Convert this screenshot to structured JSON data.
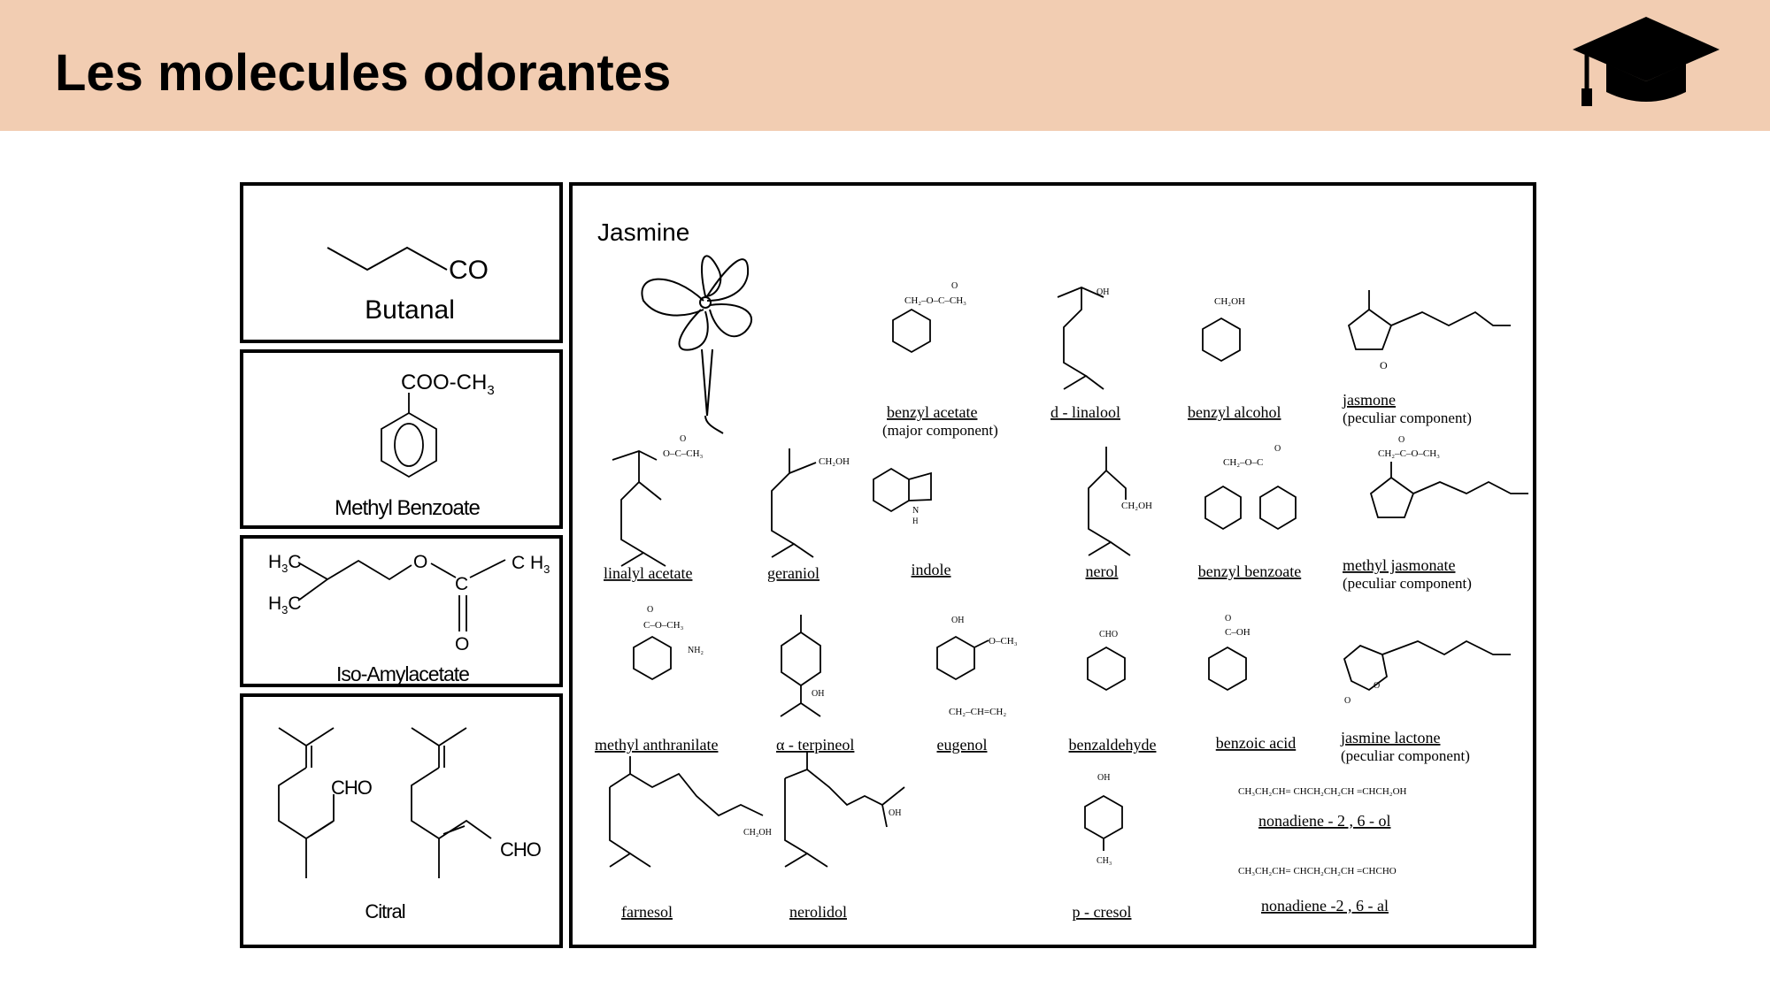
{
  "header": {
    "title": "Les molecules odorantes",
    "bg": "#f2cdb2"
  },
  "left_panels": {
    "butanal": {
      "group": "CO",
      "name": "Butanal"
    },
    "methyl_benzoate": {
      "group": "COO-CH",
      "group_sub": "3",
      "name": "Methyl Benzoate"
    },
    "iso_amylacetate": {
      "h3c_a": "H",
      "h3c_a_sub": "3",
      "h3c_a_end": "C",
      "h3c_b": "H",
      "h3c_b_sub": "3",
      "h3c_b_end": "C",
      "o_ester": "O",
      "c_carb": "C",
      "ch3": "C H",
      "ch3_sub": "3",
      "o_dbl": "O",
      "name": "Iso-Amylacetate"
    },
    "citral": {
      "cho_a": "CHO",
      "cho_b": "CHO",
      "name": "Citral"
    }
  },
  "jasmine": {
    "title": "Jasmine",
    "compounds": [
      {
        "name": "benzyl acetate",
        "note": "(major component)",
        "formula": "CH₂–O–C–CH₃",
        "top": "O"
      },
      {
        "name": "d - linalool",
        "formula": "OH"
      },
      {
        "name": "benzyl alcohol",
        "formula": "CH₂OH"
      },
      {
        "name": "jasmone",
        "note": "(peculiar component)",
        "formula": "O"
      },
      {
        "name": "linalyl acetate",
        "formula": "O–C–CH₃",
        "top": "O"
      },
      {
        "name": "geraniol",
        "formula": "CH₂OH"
      },
      {
        "name": "indole",
        "formula": "N",
        "sub": "H"
      },
      {
        "name": "nerol",
        "formula": "CH₂OH"
      },
      {
        "name": "benzyl benzoate",
        "formula": "CH₂–O–C",
        "top": "O"
      },
      {
        "name": "methyl jasmonate",
        "note": "(peculiar component)",
        "formula": "CH₂–C–O–CH₃",
        "top": "O"
      },
      {
        "name": "methyl anthranilate",
        "formula": "C–O–CH₃",
        "extra": "NH₂",
        "top": "O"
      },
      {
        "name": "α - terpineol",
        "formula": "OH"
      },
      {
        "name": "eugenol",
        "formula": "O–CH₃",
        "top": "OH",
        "extra": "CH₂–CH=CH₂"
      },
      {
        "name": "benzaldehyde",
        "formula": "CHO"
      },
      {
        "name": "benzoic acid",
        "formula": "C–OH",
        "top": "O"
      },
      {
        "name": "jasmine lactone",
        "note": "(peculiar component)",
        "formula": "O",
        "extra": "O"
      },
      {
        "name": "farnesol",
        "formula": "CH₂OH"
      },
      {
        "name": "nerolidol",
        "formula": "OH"
      },
      {
        "name": "p - cresol",
        "formula": "CH₃",
        "top": "OH"
      },
      {
        "name": "nonadiene - 2 , 6 - ol",
        "formula": "CH₃CH₂CH= CHCH₂CH₂CH =CHCH₂OH"
      },
      {
        "name": "nonadiene -2 , 6 - al",
        "formula": "CH₃CH₂CH= CHCH₂CH₂CH =CHCHO"
      }
    ]
  }
}
